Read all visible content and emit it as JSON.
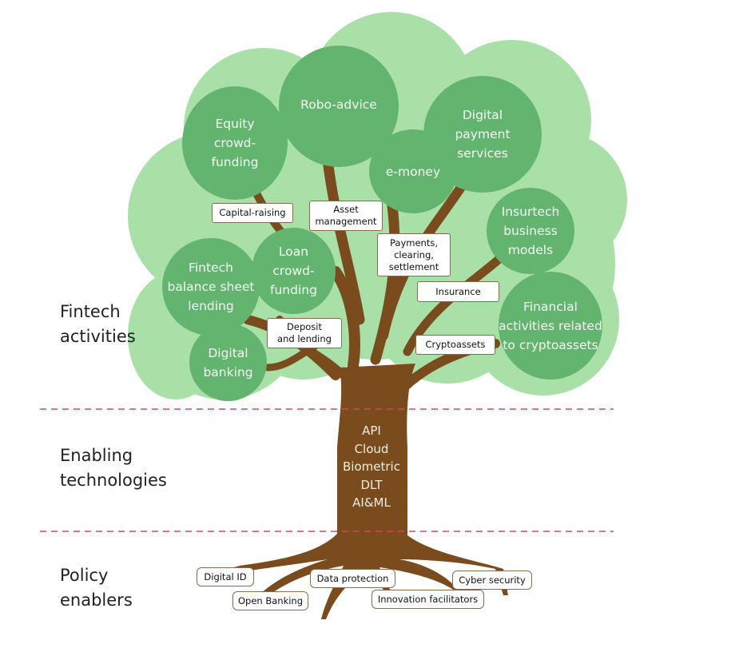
{
  "levels": {
    "fintech_activities": [
      "Fintech",
      "activities"
    ],
    "enabling_technologies": [
      "Enabling",
      "technologies"
    ],
    "policy_enablers": [
      "Policy",
      "enablers"
    ]
  },
  "activities": [
    {
      "id": "equity",
      "lines": [
        "Equity",
        "crowd-",
        "funding"
      ]
    },
    {
      "id": "robo",
      "lines": [
        "Robo-advice"
      ]
    },
    {
      "id": "emoney",
      "lines": [
        "e-money"
      ]
    },
    {
      "id": "dps",
      "lines": [
        "Digital",
        "payment",
        "services"
      ]
    },
    {
      "id": "insurtech",
      "lines": [
        "Insurtech",
        "business",
        "models"
      ]
    },
    {
      "id": "fbsl",
      "lines": [
        "Fintech",
        "balance sheet",
        "lending"
      ]
    },
    {
      "id": "loan",
      "lines": [
        "Loan",
        "crowd-",
        "funding"
      ]
    },
    {
      "id": "dbank",
      "lines": [
        "Digital",
        "banking"
      ]
    },
    {
      "id": "crypto",
      "lines": [
        "Financial",
        "activities related",
        "to cryptoassets"
      ]
    }
  ],
  "branch_labels": {
    "capital_raising": [
      "Capital-raising"
    ],
    "asset_management": [
      "Asset",
      "management"
    ],
    "payments": [
      "Payments,",
      "clearing,",
      "settlement"
    ],
    "insurance": [
      "Insurance"
    ],
    "deposit_lending": [
      "Deposit",
      "and lending"
    ],
    "cryptoassets": [
      "Cryptoassets"
    ]
  },
  "technologies": [
    "API",
    "Cloud",
    "Biometric",
    "DLT",
    "AI&ML"
  ],
  "policy_enablers": {
    "digital_id": "Digital ID",
    "open_banking": "Open Banking",
    "data_protection": "Data protection",
    "innovation_facilitators": "Innovation facilitators",
    "cyber_security": "Cyber security"
  },
  "colors": {
    "canopy": "#a8e0a8",
    "leaf_circle": "#63b46e",
    "trunk": "#7a4b1c",
    "divider": "#d04a5a"
  }
}
